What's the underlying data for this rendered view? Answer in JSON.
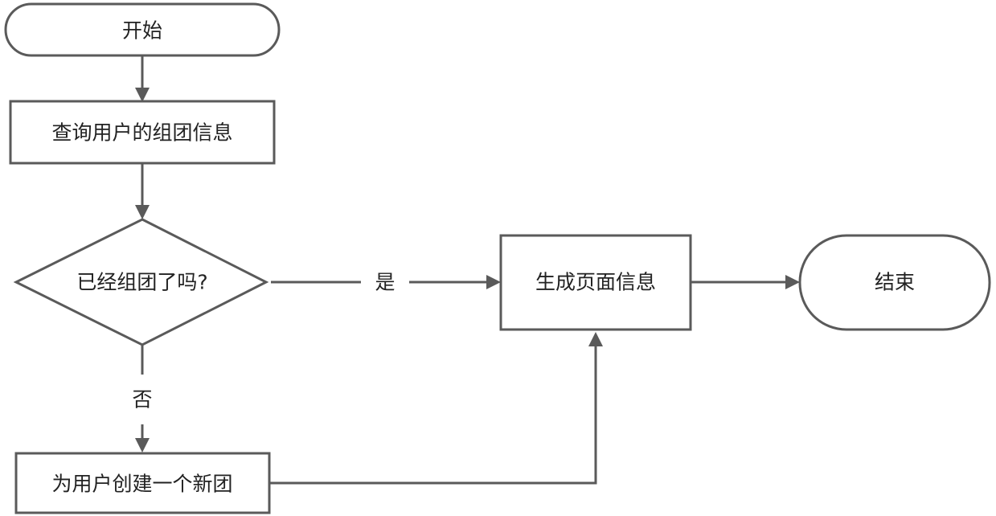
{
  "colors": {
    "stroke": "#5a5a5a",
    "text": "#222222",
    "fill": "#ffffff"
  },
  "nodes": {
    "start": "开始",
    "query": "查询用户的组团信息",
    "decision": "已经组团了吗?",
    "generate": "生成页面信息",
    "create": "为用户创建一个新团",
    "end": "结束"
  },
  "edges": {
    "yes": "是",
    "no": "否"
  }
}
